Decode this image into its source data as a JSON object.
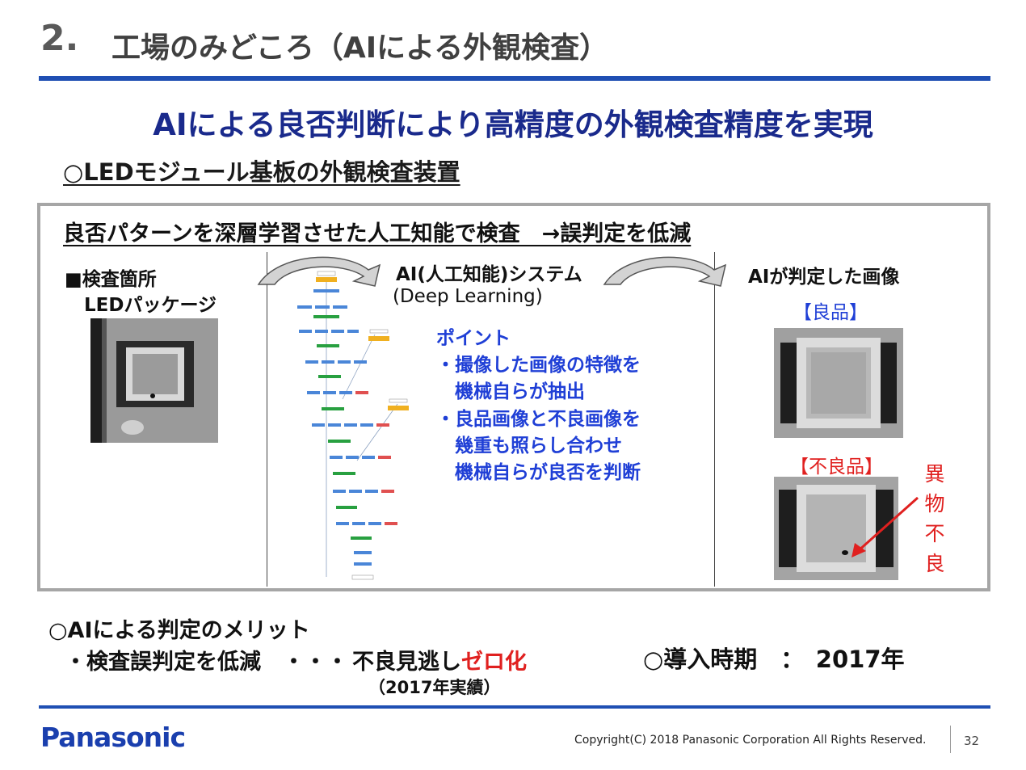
{
  "header": {
    "number": "2.",
    "title": "工場のみどころ（AIによる外観検査）"
  },
  "subtitle": "AIによる良否判断により高精度の外観検査精度を実現",
  "section_title": "○LEDモジュール基板の外観検査装置",
  "frame": {
    "title": "良否パターンを深層学習させた人工知能で検査　→誤判定を低減",
    "left": {
      "line1": "■検査箇所",
      "line2": "LEDパッケージ"
    },
    "middle": {
      "ai_title": "AI(人工知能)システム",
      "ai_sub": "(Deep Learning)",
      "point_title": "ポイント",
      "point_lines": [
        "・撮像した画像の特徴を",
        "　機械自らが抽出",
        "・良品画像と不良画像を",
        "　幾重も照らし合わせ",
        "　機械自らが良否を判断"
      ]
    },
    "right": {
      "title": "AIが判定した画像",
      "good_tag": "【良品】",
      "bad_tag": "【不良品】",
      "defect_label": [
        "異",
        "物",
        "不",
        "良"
      ]
    }
  },
  "merit": {
    "heading": "○AIによる判定のメリット",
    "line_left": "・検査誤判定を低減　・・・",
    "line_right_pre": "不良見逃し",
    "line_right_emph": "ゼロ化",
    "note": "（2017年実績）"
  },
  "intro": "○導入時期　：　2017年",
  "footer": {
    "logo": "Panasonic",
    "copyright": "Copyright(C) 2018 Panasonic Corporation All Rights Reserved.",
    "page": "32"
  },
  "colors": {
    "brand_blue": "#1f4fb3",
    "title_blue": "#1a2a8c",
    "point_blue": "#1f3fd6",
    "alert_red": "#e0201f"
  }
}
